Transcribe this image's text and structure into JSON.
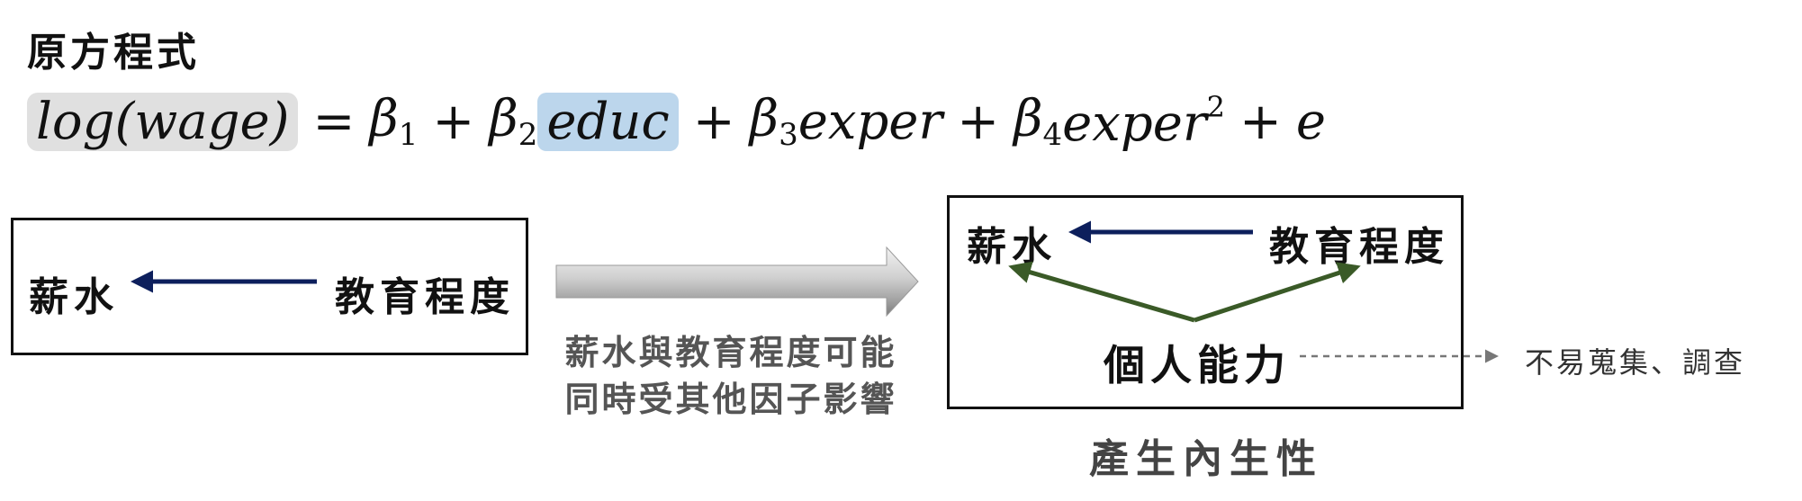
{
  "heading": "原方程式",
  "equation": {
    "lhs": "log(wage)",
    "eq": "=",
    "plus": "+",
    "beta": "β",
    "sub1": "1",
    "sub2": "2",
    "sub3": "3",
    "sub4": "4",
    "educ": "educ",
    "exper": "exper",
    "sq": "2",
    "error": "e"
  },
  "left_box": {
    "wage": "薪水",
    "education": "教育程度"
  },
  "caption": {
    "line1": "薪水與教育程度可能",
    "line2": "同時受其他因子影響"
  },
  "right_box": {
    "wage": "薪水",
    "education": "教育程度",
    "ability": "個人能力"
  },
  "note": "不易蒐集、調查",
  "conclusion": "產生內生性",
  "colors": {
    "navy_arrow": "#0d1f5c",
    "green_arrow": "#3a5a27",
    "highlight_grey": "#e0e0e0",
    "highlight_blue": "#bcd6ec"
  }
}
